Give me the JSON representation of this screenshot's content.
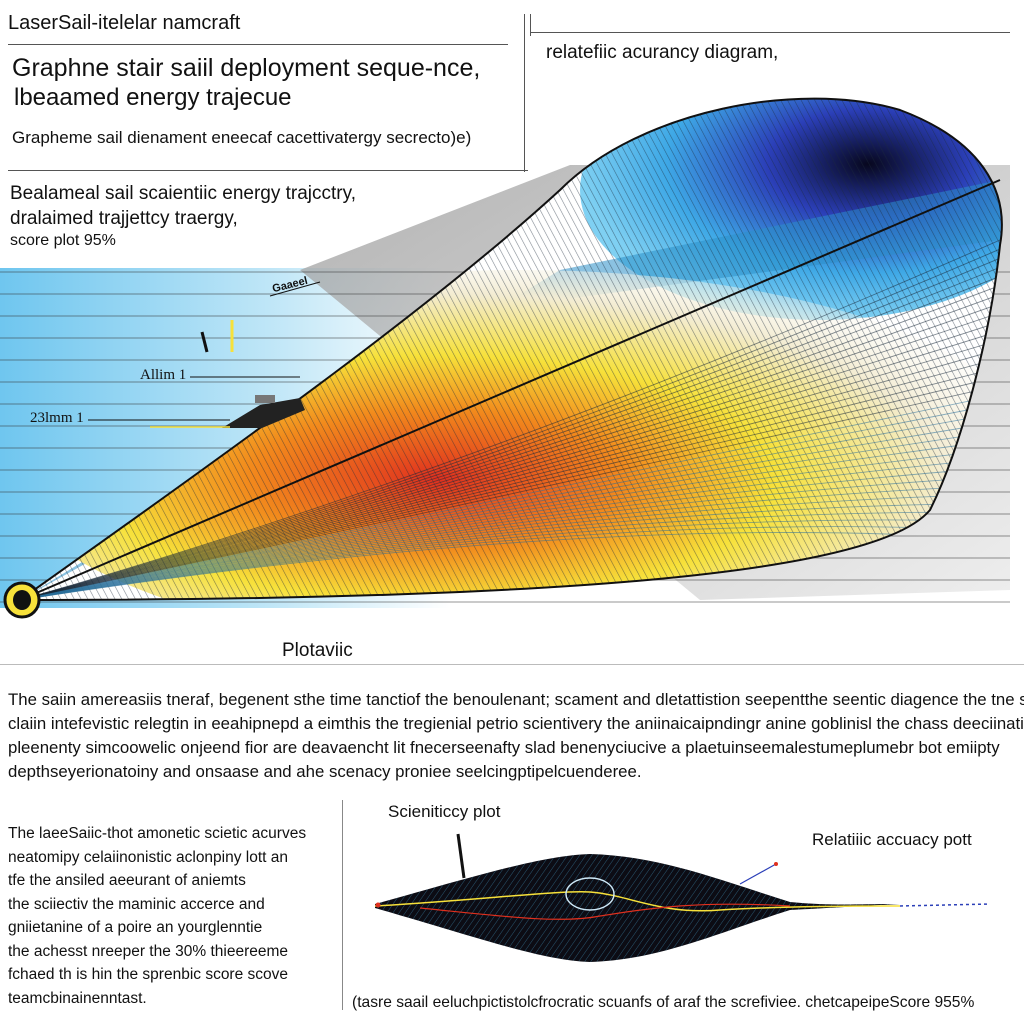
{
  "header": {
    "app_title": "LaserSail-itelelar namcraft",
    "title_line1": "Graphne stair saiil deployment seque-nce,",
    "title_line2": "lbeaamed energy trajecue",
    "subtitle": "Grapheme sail dienament eneecaf cacettivatergy secrecto)e)",
    "right_title": "relatefiic acurancy diagram,"
  },
  "left_caption": {
    "line1": "Bealameal sail scaientiic energy trajcctry,",
    "line2": "dralaimed trajjettcy traergy,",
    "line3": "score plot 95%"
  },
  "diagram": {
    "callouts": [
      "Gaaeel",
      "Allim 1",
      "23lmm 1"
    ],
    "bottom_label": "Plotaviic",
    "colors": {
      "sky": "#6fc6ef",
      "mesh": "#1a2a3a",
      "glow_red": "#e0301e",
      "glow_yellow": "#f7e13a",
      "outline": "#111111"
    }
  },
  "paragraph": [
    "The saiin amereasiis tneraf, begenent sthe time tanctiof the benoulenant; scament and dletattistion seepentthe seentic diagence the tne saill",
    "claiin intefevistic relegtin in eeahipnepd a eimthis the tregienial petrio scientivery the aniinaicaipndingr anine goblinisl the chass deeciinatiiped",
    "pleenenty simcoowelic onjeend fior are deavaencht lit fnecerseenafty slad benenyciucive a plaetuinseemalestumeplumebr bot emiipty",
    "depthseyerionatoiny and onsaase and ahe scenacy proniee seelcingptipelcuenderee."
  ],
  "bottom_left": [
    "The laeeSaiic-thot amonetic scietic acurves",
    "neatomipy celaiinonistic aclonpiny lott   an",
    "tfe the ansiled aeeurant of aniemts",
    "the sciiectiv the maminic accerce and",
    "gniietanine of a poire an yourglenntie",
    "the achesst nreeper the 30% thieereeme",
    "fchaed th is hin the sprenbic score scove",
    "teamcbinainenntast."
  ],
  "mini_plot": {
    "title": "Scieniticcy plot",
    "right_label": "Relatiiic accuacy pott",
    "caption": "(tasre saail eeluchpictistolcfrocratic scuanfs of araf the screfiviee. chetcapeipeScore 955%"
  }
}
